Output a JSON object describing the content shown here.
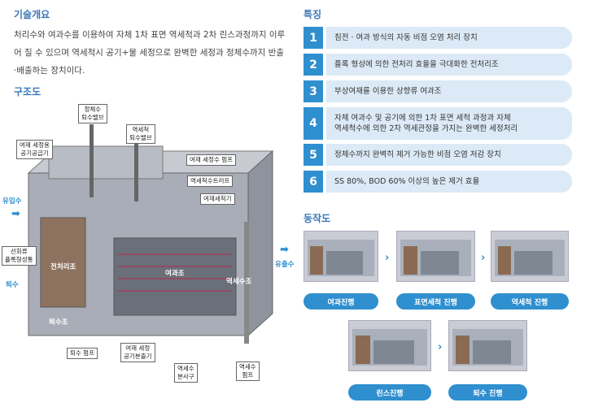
{
  "overview": {
    "heading": "기술개요",
    "text": "처리수와 여과수를 이용하여 자체 1차 표면 역세척과 2차 린스과정까지 이루어 질 수 있으며 역세척시 공기+물 세정으로 완벽한 세정과 정체수까지 반출·배출하는 장치이다."
  },
  "structure": {
    "heading": "구조도"
  },
  "diagram": {
    "inflow": "유입수",
    "outflow": "유출수",
    "drain": "퇴수",
    "labels": {
      "drain_valve": "정체수\n퇴수밸브",
      "backwash_drain_valve": "역세척\n퇴수밸브",
      "air_supply": "여재 세정용\n공기공급기",
      "wash_pump": "여재 세정수 펌프",
      "trough": "역세척수트러프",
      "media_wash": "여재세척기",
      "swirl": "선회류\n플록형성통",
      "drain_pump": "퇴수 펌프",
      "air_diffuser": "여재 세정\n공기분출기",
      "bw_distributor": "역세수\n분사구",
      "bw_pump": "역세수\n펌프"
    },
    "tanks": {
      "pre": "전처리조",
      "filter": "여과조",
      "backwash": "역세수조",
      "drain_tank": "퇴수조"
    }
  },
  "features": {
    "heading": "특징",
    "items": [
      {
        "n": "1",
        "text": "침전 · 여과 방식의 자동 비점 오염 처리 장치"
      },
      {
        "n": "2",
        "text": "플록 형성에 의한 전처리 효율을 극대화한 전처리조"
      },
      {
        "n": "3",
        "text": "부상여재를 이용한 상향류 여과조"
      },
      {
        "n": "4",
        "text": "자체 여과수 및 공기에 의한 1차 표면 세척 과정과 자체\n역세척수에 의한 2차 역세관정을 가지는 완벽한 세정처리"
      },
      {
        "n": "5",
        "text": "정체수까지 완벽히 제거 가능한 비점 오염 저감 장치"
      },
      {
        "n": "6",
        "text": "SS 80%, BOD 60% 이상의 높은 제거 효율"
      }
    ]
  },
  "operation": {
    "heading": "동작도",
    "steps": [
      "여과진행",
      "표면세척 진행",
      "역세척 진행",
      "린스진행",
      "퇴수 진행"
    ]
  },
  "colors": {
    "accent": "#2f8fcf",
    "light": "#dbeaf6",
    "heading": "#3a78b6"
  }
}
